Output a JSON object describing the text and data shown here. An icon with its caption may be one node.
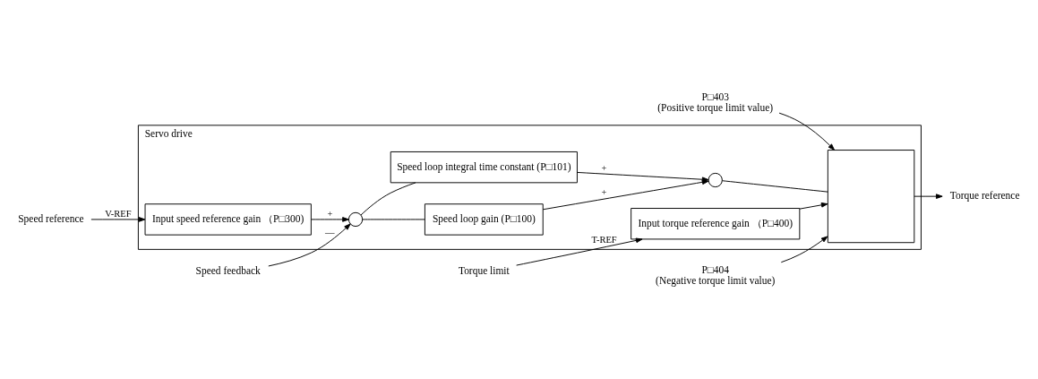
{
  "diagram": {
    "nodes": [
      {
        "text": [
          "Servo drive"
        ]
      },
      {
        "text": [
          "Torque limit"
        ]
      },
      {
        "text": [
          "Speed reference"
        ]
      },
      {
        "text": [
          "Input torque reference gain （P□400)"
        ],
        "in": 0
      },
      {
        "text": [
          "Input speed reference gain （P□300)"
        ],
        "in": 0
      },
      {
        "text": [],
        "shape": "circle",
        "in": 0
      },
      {
        "text": [
          "Speed loop gain (P□100)"
        ],
        "in": 0
      },
      {
        "text": [
          "Speed loop integral time constant (P□101)"
        ],
        "in": 0
      },
      {
        "text": [],
        "shape": "circle",
        "in": 0
      },
      {
        "text": [],
        "shape": "box",
        "in": 0
      },
      {
        "text": [
          "Torque reference"
        ]
      },
      {
        "text": [
          "P□403",
          "(Positive torque limit value)"
        ]
      },
      {
        "text": [
          "P□404",
          "(Negative torque limit value)"
        ]
      },
      {
        "text": [
          "Speed feedback"
        ]
      }
    ],
    "edges": [
      {
        "from": 1,
        "to": 3,
        "arrow": "to",
        "label": "T-REF"
      },
      {
        "from": 2,
        "to": 4,
        "arrow": "to",
        "label": "V-REF"
      },
      {
        "from": 4,
        "to": 5,
        "arrow": "to",
        "label": "+"
      },
      {
        "from": 13,
        "to": 5,
        "arrow": "to",
        "label": "—"
      },
      {
        "from": 5,
        "to": 6,
        "arrow": "none"
      },
      {
        "from": 5,
        "to": 7,
        "arrow": "none"
      },
      {
        "from": 6,
        "to": 8,
        "arrow": "to",
        "label": "+"
      },
      {
        "from": 7,
        "to": 8,
        "arrow": "to",
        "label": "+"
      },
      {
        "from": 3,
        "to": 9,
        "arrow": "to"
      },
      {
        "from": 8,
        "to": 9,
        "arrow": "none"
      },
      {
        "from": 11,
        "to": 9,
        "arrow": "to"
      },
      {
        "from": 12,
        "to": 9,
        "arrow": "to"
      },
      {
        "from": 9,
        "to": 10,
        "arrow": "to"
      }
    ]
  }
}
